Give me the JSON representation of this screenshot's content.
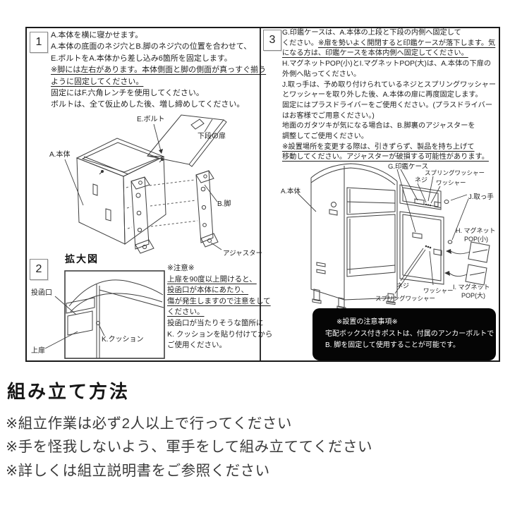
{
  "doc": {
    "type": "assembly-instructions"
  },
  "step1": {
    "number": "1",
    "lines": [
      {
        "pre": "A.本体を横に寝かせます。"
      },
      {
        "pre": "A.本体の底面のネジ穴とB.脚のネジ穴の位置を合わせて、"
      },
      {
        "pre": "E.ボルトをA.本体から差し込み6箇所を固定します。"
      },
      {
        "und": "※脚には左右があります。本体側面と脚の側面が真っすぐ揃う"
      },
      {
        "und": "ように固定してください。"
      },
      {
        "pre": "固定にはF.六角レンチを使用してください。"
      },
      {
        "pre": "ボルトは、全て仮止めした後、増し締めしてください。"
      }
    ]
  },
  "diagram1": {
    "labels": {
      "body": "A.本体",
      "bolt": "E.ボルト",
      "lower_door": "下段の扉",
      "leg": "B.脚",
      "adjuster": "アジャスター"
    }
  },
  "step2": {
    "number": "2",
    "title": "拡大図",
    "labels": {
      "slot": "投函口",
      "cushion": "K.クッション",
      "upper_door": "上扉"
    },
    "caution": [
      {
        "pre": "※注意※"
      },
      {
        "und": "上扉を90度以上開けると、"
      },
      {
        "und": "投函口が本体にあたり、"
      },
      {
        "und": "傷が発生しますので注意をして"
      },
      {
        "und": "ください。"
      },
      {
        "pre": "投函口が当たりそうな箇所に"
      },
      {
        "pre": "K. クッションを貼り付けてから"
      },
      {
        "pre": "ご使用ください。"
      }
    ]
  },
  "step3": {
    "number": "3",
    "lines": [
      {
        "pre": "G.印鑑ケースは、A.本体の上段と下段の内側へ固定して"
      },
      {
        "pre": "ください。",
        "und": "※扉を勢いよく開閉すると印鑑ケースが落下します。気"
      },
      {
        "und": "になる方は、印鑑ケースを本体内側へ固定してください。"
      },
      {
        "pre": "H.マグネットPOP(小)とI.マグネットPOP(大)は、A.本体の下扉の"
      },
      {
        "pre": "外側へ貼ってください。"
      },
      {
        "pre": "J.取っ手は、予め取り付けられているネジとスプリングワッシャー"
      },
      {
        "pre": "とワッシャーを取り外した後、A.本体の扉に再度固定します。"
      },
      {
        "pre": "固定にはプラスドライバーをご使用ください。(プラスドライバー"
      },
      {
        "pre": "はお客様でご用意ください。)"
      },
      {
        "pre": "地面のガタツキが気になる場合は、B.脚裏のアジャスターを"
      },
      {
        "pre": "調整してご使用ください。"
      },
      {
        "und": "※設置場所を変更する際は、引きずらず、製品を持ち上げて"
      },
      {
        "und": "移動してください。アジャスターが破損する可能性があります。"
      }
    ]
  },
  "diagram2": {
    "labels": {
      "body": "A.本体",
      "seal_case": "G.印鑑ケース",
      "spring_washer_top": "スプリングワッシャー",
      "screw_top": "ネジ",
      "washer_top": "ワッシャー",
      "handle": "J.取っ手",
      "magnet_small_line1": "H. マグネット",
      "magnet_small_line2": "POP(小)",
      "magnet_large_line1": "I. マグネット",
      "magnet_large_line2": "POP(大)",
      "screw_bottom": "ネジ",
      "washer_bottom": "ワッシャー",
      "spring_washer_bottom": "スプリングワッシャー"
    }
  },
  "note": {
    "lines": [
      "※設置の注意事項※",
      "宅配ボックス付きポストは、付属のアンカーボルトで",
      "B. 脚を固定して使用することが可能です。"
    ]
  },
  "footer": {
    "heading": "組み立て方法",
    "bullets": [
      "※組立作業は必ず2人以上で行ってください",
      "※手を怪我しないよう、軍手をして組み立ててください",
      "※詳しくは組立説明書をご参照ください"
    ]
  }
}
